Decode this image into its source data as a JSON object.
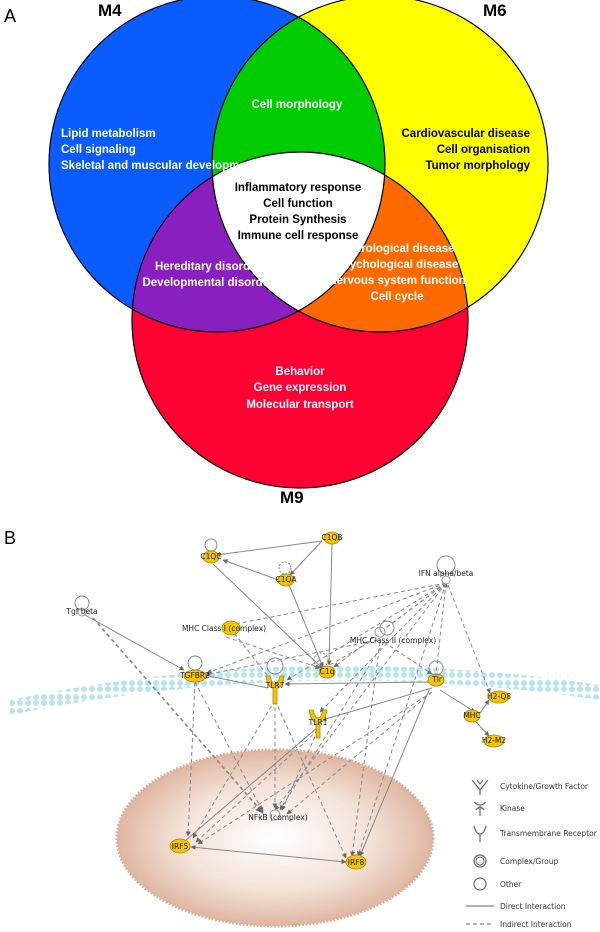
{
  "panels": {
    "a": "A",
    "b": "B"
  },
  "venn": {
    "sets": {
      "m4": "M4",
      "m6": "M6",
      "m9": "M9"
    },
    "colors": {
      "m4": "#0a5cff",
      "m6": "#ffff00",
      "m9": "#ff0033",
      "m4_m6": "#00cc00",
      "m4_m9": "#8a1fc0",
      "m6_m9": "#ff6a00",
      "all": "#ffffff"
    },
    "regions": {
      "m4_only": [
        "Lipid metabolism",
        "Cell signaling",
        "Skeletal and muscular development"
      ],
      "m6_only": [
        "Cardiovascular disease",
        "Cell organisation",
        "Tumor morphology"
      ],
      "m9_only": [
        "Behavior",
        "Gene expression",
        "Molecular transport"
      ],
      "m4_m6": [
        "Cell morphology"
      ],
      "m4_m9": [
        "Hereditary disorder",
        "Developmental disorder"
      ],
      "m6_m9": [
        "Neurological disease",
        "Psychological disease",
        "Nervous system function",
        "Cell cycle"
      ],
      "all": [
        "Inflammatory response",
        "Cell function",
        "Protein Synthesis",
        "Immune cell response"
      ]
    }
  },
  "network": {
    "nodes": {
      "c1qc": "C1QC",
      "c1qb": "C1QB",
      "c1qa": "C1QA",
      "ifn": "IFN alpha/beta",
      "tgfbeta": "Tgf beta",
      "mhc1": "MHC Class I (complex)",
      "mhc2": "MHC Class II (complex)",
      "c1q": "C1q",
      "tgfbr2": "TGFBR2",
      "tlr7": "TLR7",
      "tlr": "Tlr",
      "tlr1": "TLR1",
      "h2q8": "H2-Q8",
      "mhc": "MHC",
      "h2m2": "H2-M2",
      "nfkb": "NFkB (complex)",
      "irf5": "IRF5",
      "irf8": "IRF8"
    },
    "legend": {
      "cytokine": "Cytokine/Growth Factor",
      "kinase": "Kinase",
      "receptor": "Transmembrane Receptor",
      "complex": "Complex/Group",
      "other": "Other",
      "direct": "Direct Interaction",
      "indirect": "Indirect Interaction"
    },
    "colors": {
      "gene_fill": "#f5c400",
      "membrane": "#a8dcea",
      "nucleus": "#e8c4b0"
    }
  }
}
